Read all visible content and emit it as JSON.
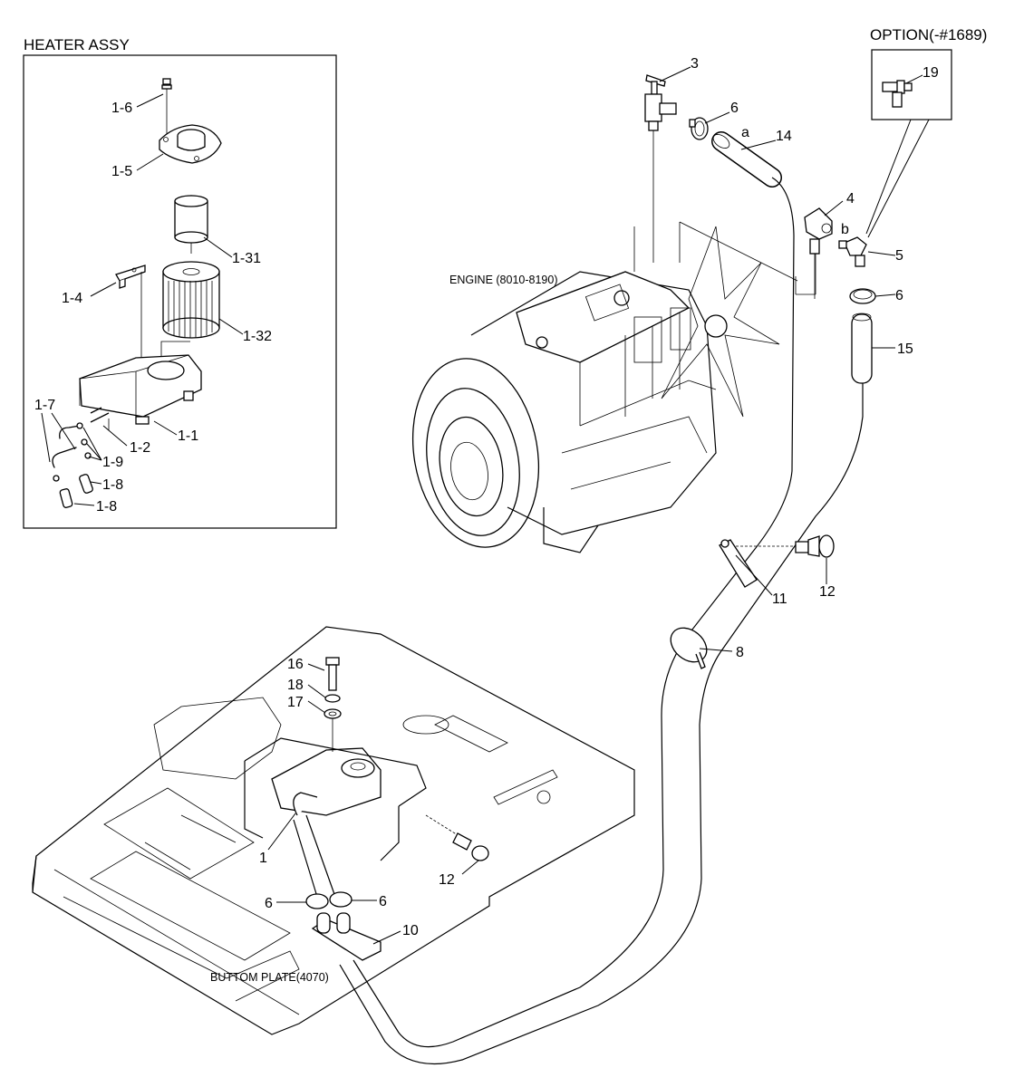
{
  "inset_title": "HEATER ASSY",
  "option_title": "OPTION(-#1689)",
  "engine_caption": "ENGINE (8010-8190)",
  "plate_caption": "BUTTOM PLATE(4070)",
  "labels": {
    "p1_6": "1-6",
    "p1_5": "1-5",
    "p1_31": "1-31",
    "p1_4": "1-4",
    "p1_32": "1-32",
    "p1_7": "1-7",
    "p1_2": "1-2",
    "p1_1": "1-1",
    "p1_9": "1-9",
    "p1_8a": "1-8",
    "p1_8b": "1-8",
    "p3": "3",
    "p6a": "6",
    "a": "a",
    "p14": "14",
    "p19": "19",
    "p4": "4",
    "b": "b",
    "p5": "5",
    "p6b": "6",
    "p15": "15",
    "p11": "11",
    "p12a": "12",
    "p8": "8",
    "p16": "16",
    "p18": "18",
    "p17": "17",
    "p1": "1",
    "p12b": "12",
    "p6c": "6",
    "p6d": "6",
    "p10": "10"
  }
}
